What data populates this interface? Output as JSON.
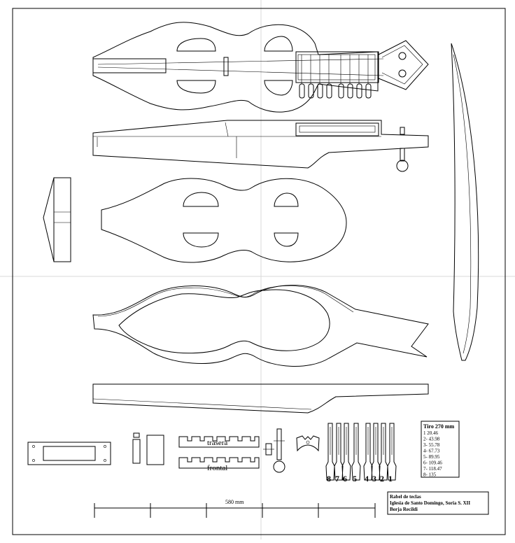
{
  "labels": {
    "trasera": "trasera",
    "frontal": "frontal",
    "scale_text": "580 mm"
  },
  "key_numbers": [
    "8",
    "7",
    "6",
    "5",
    "4",
    "3",
    "2",
    "1"
  ],
  "key_table": {
    "title": "Tiro 270 mm",
    "rows": [
      "1 20.46",
      "2- 43.98",
      "3- 55.78",
      "4- 67.73",
      "5- 89.95",
      "6- 109.46",
      "7- 118.47",
      "8- 135"
    ]
  },
  "info_box": {
    "line1": "Rabel de teclas",
    "line2": "Iglesia de Santo Domingo, Soria S. XII",
    "line3": "Borja Recildi"
  }
}
